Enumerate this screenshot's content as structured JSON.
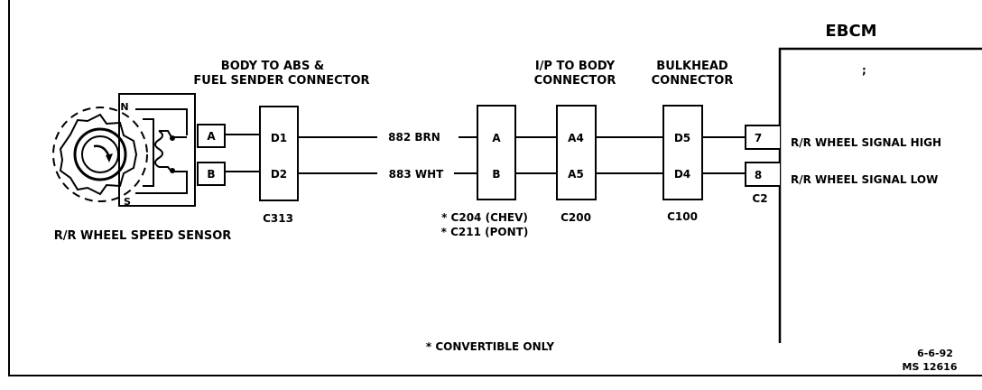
{
  "ebcm": {
    "title": "EBCM",
    "mark": ";"
  },
  "sensor": {
    "label": "R/R WHEEL SPEED SENSOR",
    "pole_north": "N",
    "pole_south": "S",
    "pin_a": "A",
    "pin_b": "B"
  },
  "connectors": {
    "c313": {
      "header_line1": "BODY TO ABS &",
      "header_line2": "FUEL SENDER CONNECTOR",
      "pin_1": "D1",
      "pin_2": "D2",
      "id": "C313"
    },
    "c204": {
      "pin_1": "A",
      "pin_2": "B",
      "id_line1": "* C204 (CHEV)",
      "id_line2": "* C211 (PONT)"
    },
    "c200": {
      "header_line1": "I/P TO BODY",
      "header_line2": "CONNECTOR",
      "pin_1": "A4",
      "pin_2": "A5",
      "id": "C200"
    },
    "c100": {
      "header_line1": "BULKHEAD",
      "header_line2": "CONNECTOR",
      "pin_1": "D5",
      "pin_2": "D4",
      "id": "C100"
    },
    "c2": {
      "pin_1": "7",
      "pin_2": "8",
      "id": "C2"
    }
  },
  "wires": {
    "wire_1": "882 BRN",
    "wire_2": "883 WHT"
  },
  "signals": {
    "high": "R/R WHEEL SIGNAL HIGH",
    "low": "R/R WHEEL SIGNAL LOW"
  },
  "footnote": "* CONVERTIBLE ONLY",
  "doc": {
    "date": "6-6-92",
    "ref": "MS 12616"
  }
}
